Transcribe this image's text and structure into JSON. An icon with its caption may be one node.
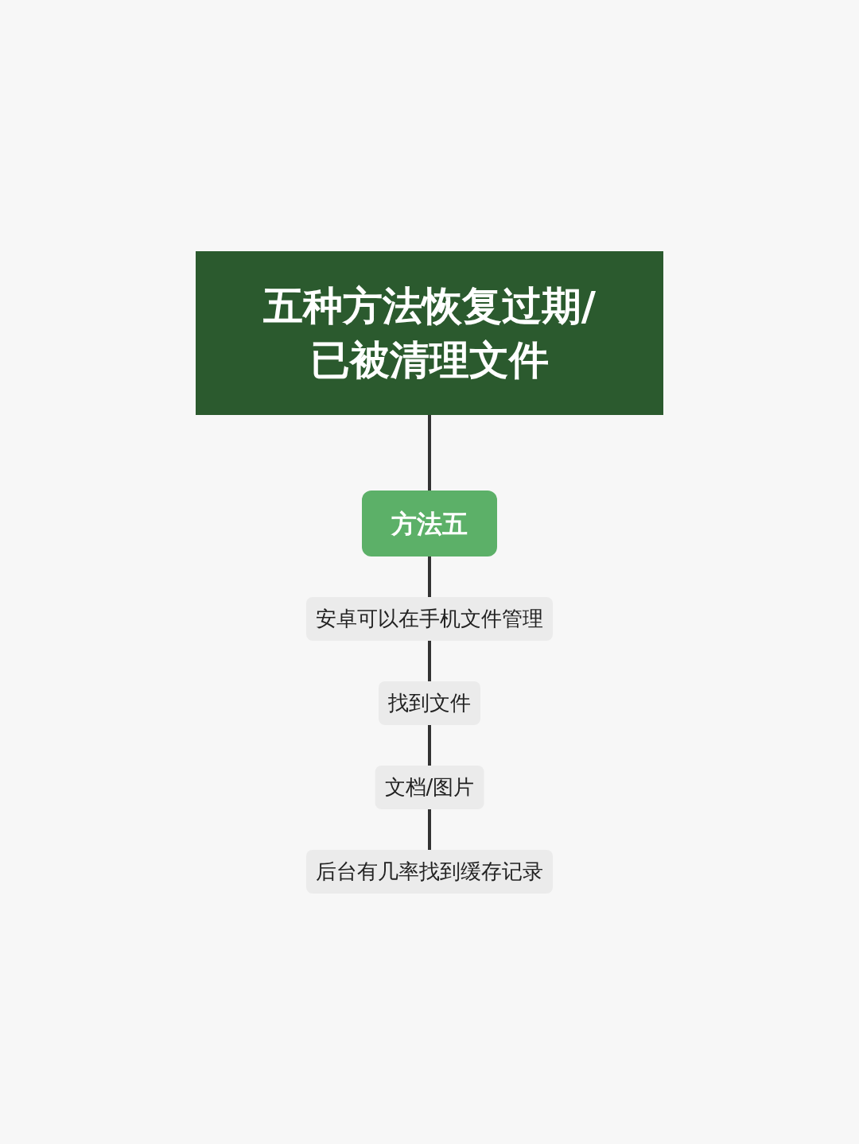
{
  "diagram": {
    "nodes": [
      {
        "text": [
          "五种方法恢复过期/已被清理文件"
        ]
      },
      {
        "text": [
          "方法五"
        ]
      },
      {
        "text": [
          "安卓可以在手机文件管理"
        ]
      },
      {
        "text": [
          "找到文件"
        ]
      },
      {
        "text": [
          "文档/图片"
        ]
      },
      {
        "text": [
          "后台有几率找到缓存记录"
        ]
      }
    ],
    "edges": [
      {
        "from": 0,
        "to": 1,
        "arrow": "none"
      },
      {
        "from": 1,
        "to": 2,
        "arrow": "none"
      },
      {
        "from": 2,
        "to": 3,
        "arrow": "none"
      },
      {
        "from": 3,
        "to": 4,
        "arrow": "none"
      },
      {
        "from": 4,
        "to": 5,
        "arrow": "none"
      }
    ]
  }
}
